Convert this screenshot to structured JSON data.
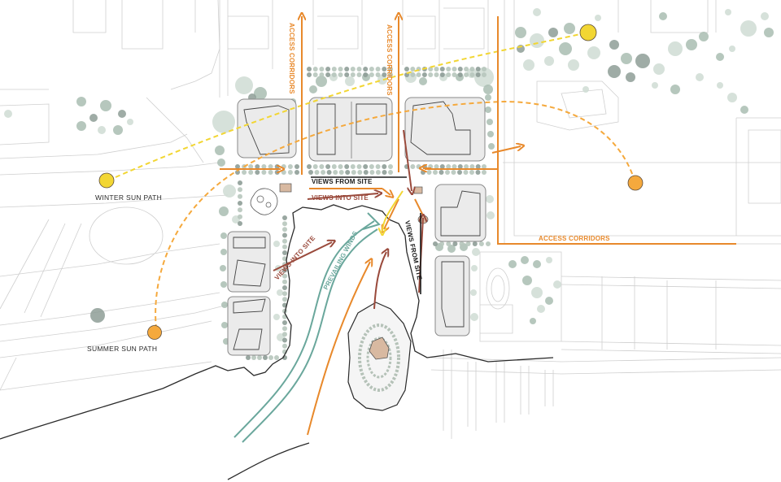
{
  "labels": {
    "access_corridors_1": "ACCESS CORRIDORS",
    "access_corridors_2": "ACCESS CORRIDORS",
    "access_corridors_3": "ACCESS CORRIDORS",
    "views_from_site_1": "VIEWS FROM SITE",
    "views_into_site_1": "VIEWS INTO SITE",
    "views_into_site_2": "VIEWS INTO SITE",
    "views_from_site_2": "VIEWS FROM SITE",
    "prevailing_winds": "PREVAILING WINDS",
    "winter_sun_path": "WINTER SUN PATH",
    "summer_sun_path": "SUMMER SUN PATH"
  },
  "colors": {
    "access": "#e8892b",
    "sun": "#f2d633",
    "sun_summer": "#f5a93d",
    "views_into": "#9a4a3c",
    "views_from": "#1a1a1a",
    "winds": "#6aa79c",
    "tree_dark": "#8e9d97",
    "tree_light": "#c9d8cf",
    "building": "#ebebeb",
    "outline": "#4a4a4a",
    "linework": "#cfcfcf"
  }
}
